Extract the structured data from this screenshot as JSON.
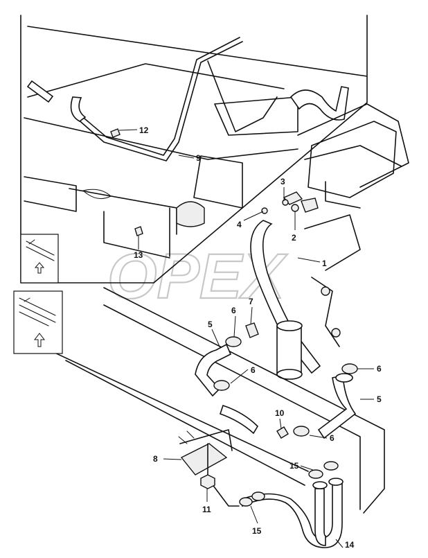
{
  "watermark": "OPEX",
  "callouts": {
    "c1": "1",
    "c2": "2",
    "c3": "3",
    "c4": "4",
    "c5a": "5",
    "c5b": "5",
    "c6a": "6",
    "c6b": "6",
    "c6c": "6",
    "c6d": "6",
    "c7": "7",
    "c8": "8",
    "c9": "9",
    "c10": "10",
    "c11": "11",
    "c12": "12",
    "c13": "13",
    "c14": "14",
    "c15a": "15",
    "c15b": "15"
  }
}
